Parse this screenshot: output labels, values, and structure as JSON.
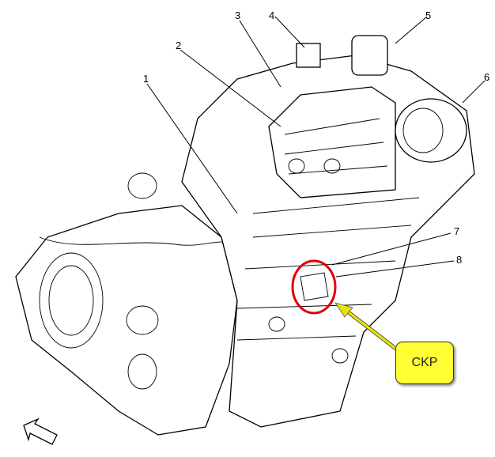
{
  "diagram": {
    "callouts": [
      "1",
      "2",
      "3",
      "4",
      "5",
      "6",
      "7",
      "8"
    ],
    "highlight": {
      "label": "CKP",
      "circle_color": "#e00000",
      "callout_color": "#ffff33",
      "arrow_color": "#e6e600"
    },
    "direction_arrow_icon": "front-direction-arrow"
  }
}
